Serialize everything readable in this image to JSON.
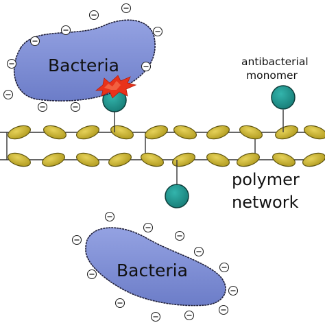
{
  "labels": {
    "bacteria_top": "Bacteria",
    "bacteria_bottom": "Bacteria",
    "antibacterial_line1": "antibacterial",
    "antibacterial_line2": "monomer",
    "polymer_line1": "polymer",
    "polymer_line2": "network"
  },
  "colors": {
    "bacteria_fill": "#7F8FD6",
    "bacteria_stroke": "#1F1F3A",
    "bead_fill": "#C9B432",
    "bead_stroke": "#5E5410",
    "monomer_fill": "#1F9A93",
    "monomer_stroke": "#0E3E3B",
    "contact_burst": "#E8321B",
    "ion_stroke": "#222222"
  },
  "icons": {
    "negative_charge": "minus-circle-icon",
    "contact_burst": "starburst-icon"
  }
}
